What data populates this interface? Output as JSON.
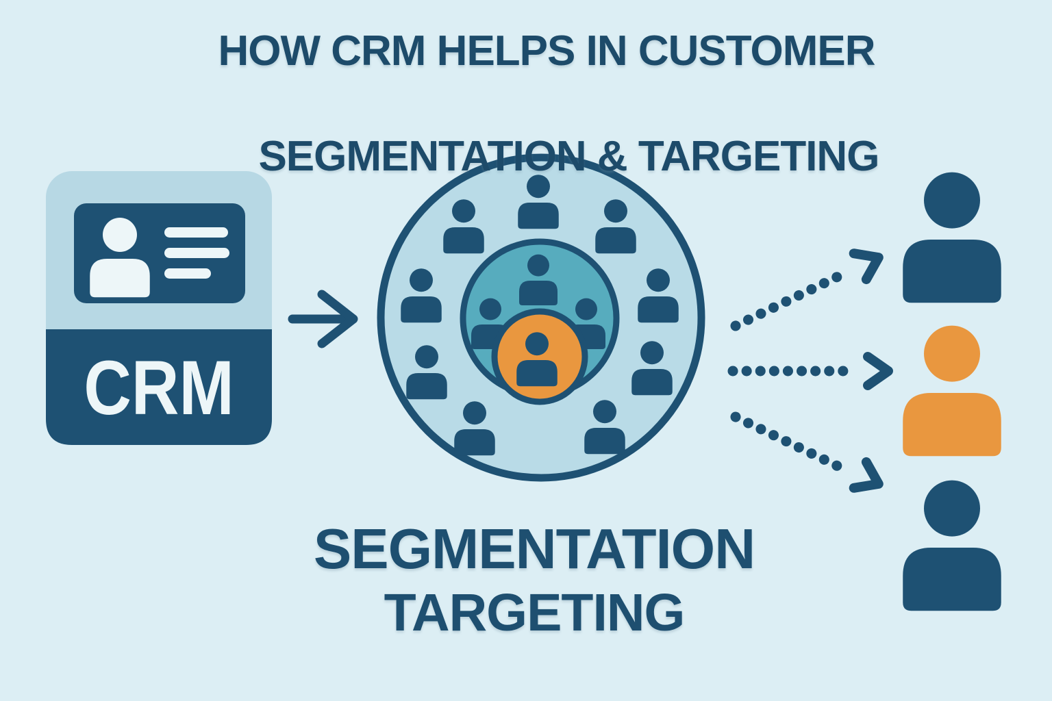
{
  "header": {
    "line1": "HOW CRM HELPS IN CUSTOMER",
    "line2": "SEGMENTATION & TARGETING"
  },
  "crm_card": {
    "label": "CRM",
    "icon": "id-card-with-person-and-text-lines"
  },
  "footer": {
    "line1": "SEGMENTATION",
    "line2": "TARGETING"
  },
  "diagram": {
    "flow": "crm-card -> arrow -> audience-circle -> dotted-arrows -> target-profiles",
    "audience_outer_people_count": 9,
    "segment_inner_people_count": 3,
    "highlighted_target_count": 1,
    "dotted_arrow_count": 3,
    "target_profiles": [
      "navy-person",
      "orange-person",
      "navy-person"
    ]
  },
  "colors": {
    "background": "#dceef4",
    "navy_text": "#1d4b6a",
    "icon_navy": "#1e5173",
    "light_blue": "#b9dbe7",
    "card_light_blue": "#b7d8e4",
    "teal": "#57acbe",
    "orange": "#e9973f",
    "near_white": "#edf6f8"
  }
}
